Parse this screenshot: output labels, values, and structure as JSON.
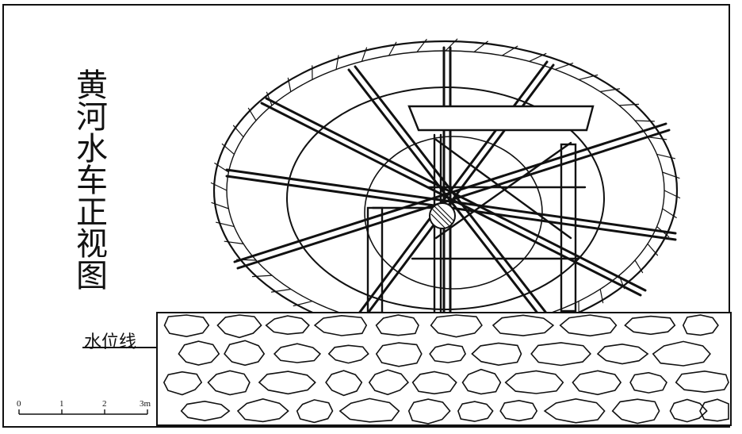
{
  "title": [
    "黄",
    "河",
    "水",
    "车",
    "正",
    "视",
    "图"
  ],
  "water_level_label": "水位线",
  "scale_bar": {
    "labels": [
      "0",
      "1",
      "2",
      "3m"
    ]
  },
  "colors": {
    "ink": "#111111",
    "paper": "#ffffff"
  }
}
